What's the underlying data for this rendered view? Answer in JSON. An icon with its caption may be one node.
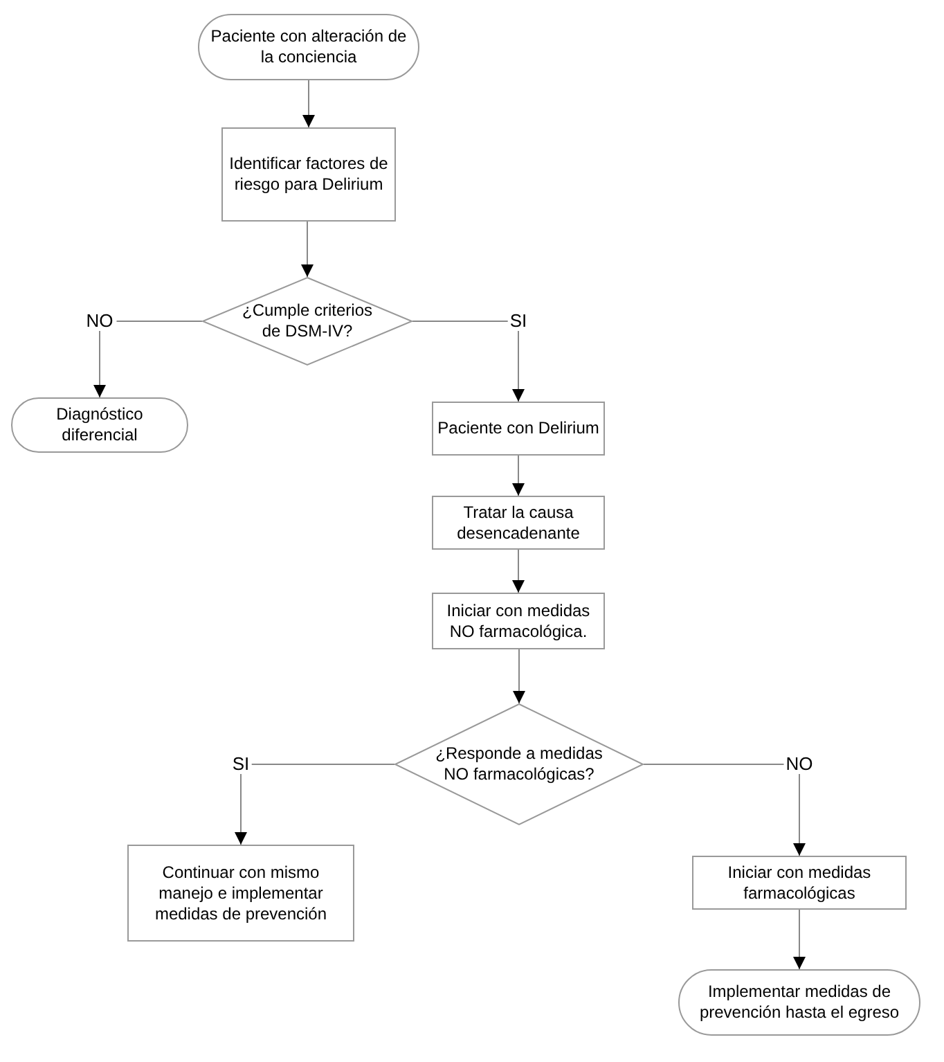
{
  "diagram": {
    "nodes": [
      {
        "text": [
          "Paciente con alteración de la conciencia"
        ]
      },
      {
        "text": [
          "Identificar factores de riesgo para Delirium"
        ]
      },
      {
        "text": [
          "¿Cumple criterios de DSM-IV?"
        ]
      },
      {
        "text": [
          "Diagnóstico diferencial"
        ]
      },
      {
        "text": [
          "Paciente con Delirium"
        ]
      },
      {
        "text": [
          "Tratar la causa desencadenante"
        ]
      },
      {
        "text": [
          "Iniciar con medidas NO farmacológica."
        ]
      },
      {
        "text": [
          "¿Responde a medidas NO farmacológicas?"
        ]
      },
      {
        "text": [
          "Continuar con mismo manejo e implementar medidas de prevención"
        ]
      },
      {
        "text": [
          "Iniciar con medidas farmacológicas"
        ]
      },
      {
        "text": [
          "Implementar medidas de prevención hasta el egreso"
        ]
      }
    ],
    "edges": [
      {
        "from": 0,
        "to": 1,
        "arrow": "to"
      },
      {
        "from": 1,
        "to": 2,
        "arrow": "to"
      },
      {
        "from": 2,
        "to": 3,
        "arrow": "to",
        "label": "NO"
      },
      {
        "from": 2,
        "to": 4,
        "arrow": "to",
        "label": "SI"
      },
      {
        "from": 4,
        "to": 5,
        "arrow": "to"
      },
      {
        "from": 5,
        "to": 6,
        "arrow": "to"
      },
      {
        "from": 6,
        "to": 7,
        "arrow": "to"
      },
      {
        "from": 7,
        "to": 8,
        "arrow": "to",
        "label": "SI"
      },
      {
        "from": 7,
        "to": 9,
        "arrow": "to",
        "label": "NO"
      },
      {
        "from": 9,
        "to": 10,
        "arrow": "to"
      }
    ]
  }
}
